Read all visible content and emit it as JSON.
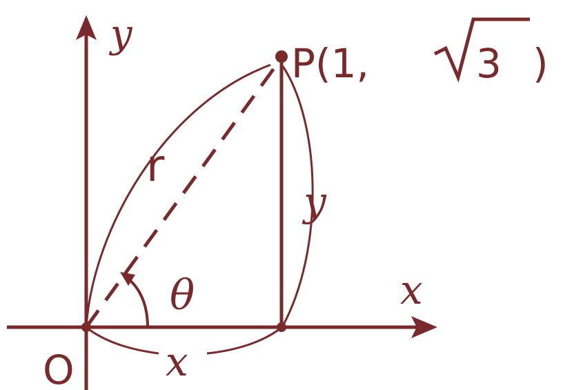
{
  "colors": {
    "ink": "#7a2a2a",
    "background": "#ffffff"
  },
  "labels": {
    "y_axis": "y",
    "x_axis": "x",
    "origin": "O",
    "radius": "r",
    "angle": "θ",
    "horizontal_leg": "x",
    "vertical_leg": "y",
    "point_prefix": "P(1,",
    "point_radicand": "3",
    "point_suffix": ")"
  }
}
